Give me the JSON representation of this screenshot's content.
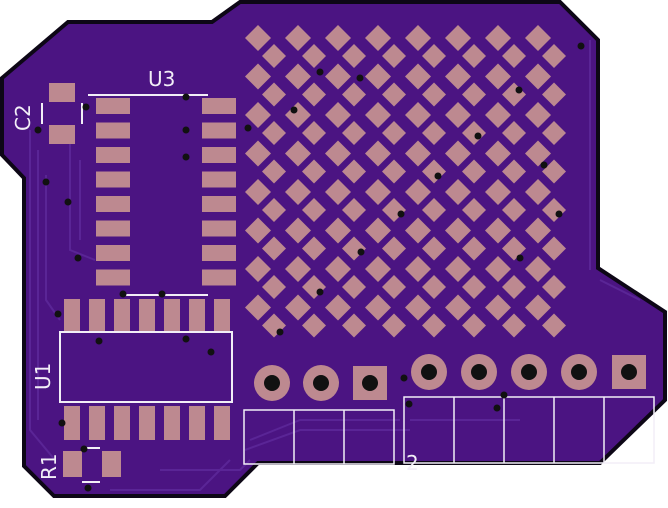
{
  "board": {
    "colors": {
      "outline": "#0d0716",
      "substrate": "#4b1482",
      "trace": "#5a2596",
      "pad": "#bd8990",
      "via": "#111111",
      "silkscreen": "#f2eef7"
    }
  },
  "designators": {
    "c2": "C2",
    "u3": "U3",
    "u1": "U1",
    "r1": "R1",
    "header_fragment": "2"
  },
  "components": {
    "led_matrix": {
      "rows": 8,
      "cols": 8
    },
    "u3_pins_per_side": 8,
    "u1_pins_per_side": 7,
    "header_left_pins": 3,
    "header_right_pins": 5
  }
}
